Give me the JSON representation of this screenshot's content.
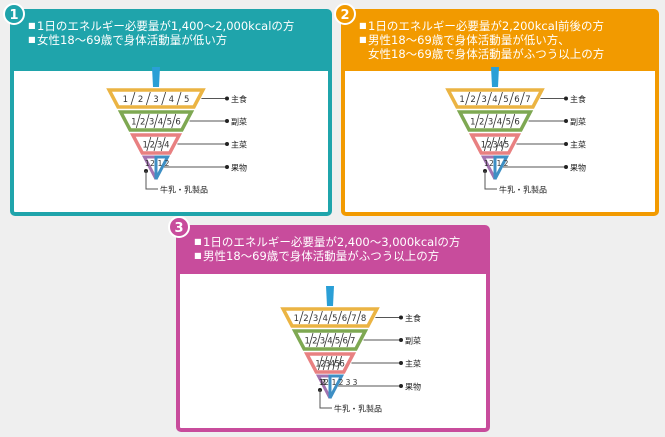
{
  "labels": {
    "staple": "主食",
    "side": "副菜",
    "main": "主菜",
    "fruit": "果物",
    "dairy": "牛乳・乳製品"
  },
  "colors": {
    "teal": "#1fa4ab",
    "orange": "#f29a00",
    "magenta": "#c84c9c",
    "staple": "#ebb443",
    "side": "#7ea852",
    "main": "#e88081",
    "fruit": "#a173b0",
    "dairy": "#3e8fc4"
  },
  "panels": [
    {
      "number": "1",
      "lines": [
        {
          "bullet": "■",
          "text": "1日のエネルギー必要量が1,400～2,000kcalの方"
        },
        {
          "bullet": "■",
          "text": "女性18～69歳で身体活動量が低い方"
        }
      ],
      "servings": {
        "staple": [
          "1",
          "2",
          "3",
          "4",
          "5"
        ],
        "side": [
          "1",
          "2",
          "3",
          "4",
          "5",
          "6"
        ],
        "main": [
          "1",
          "2",
          "3",
          "4"
        ],
        "fruit": [
          "1",
          "2"
        ],
        "dairy": [
          "1",
          "2"
        ]
      }
    },
    {
      "number": "2",
      "lines": [
        {
          "bullet": "■",
          "text": "1日のエネルギー必要量が2,200kcal前後の方"
        },
        {
          "bullet": "■",
          "text": "男性18～69歳で身体活動量が低い方、"
        },
        {
          "bullet": "",
          "text": "女性18～69歳で身体活動量がふつう以上の方"
        }
      ],
      "servings": {
        "staple": [
          "1",
          "2",
          "3",
          "4",
          "5",
          "6",
          "7"
        ],
        "side": [
          "1",
          "2",
          "3",
          "4",
          "5",
          "6"
        ],
        "main": [
          "1",
          "2",
          "3",
          "4",
          "5"
        ],
        "fruit": [
          "1",
          "2"
        ],
        "dairy": [
          "1",
          "2"
        ]
      }
    },
    {
      "number": "3",
      "lines": [
        {
          "bullet": "■",
          "text": "1日のエネルギー必要量が2,400～3,000kcalの方"
        },
        {
          "bullet": "■",
          "text": "男性18～69歳で身体活動量がふつう以上の方"
        }
      ],
      "servings": {
        "staple": [
          "1",
          "2",
          "3",
          "4",
          "5",
          "6",
          "7",
          "8"
        ],
        "side": [
          "1",
          "2",
          "3",
          "4",
          "5",
          "6",
          "7"
        ],
        "main": [
          "1",
          "2",
          "3",
          "4",
          "5",
          "6"
        ],
        "fruit": [
          "1",
          "2",
          "1",
          "2"
        ],
        "dairy": [
          "1",
          "2",
          "3",
          "3"
        ]
      }
    }
  ]
}
